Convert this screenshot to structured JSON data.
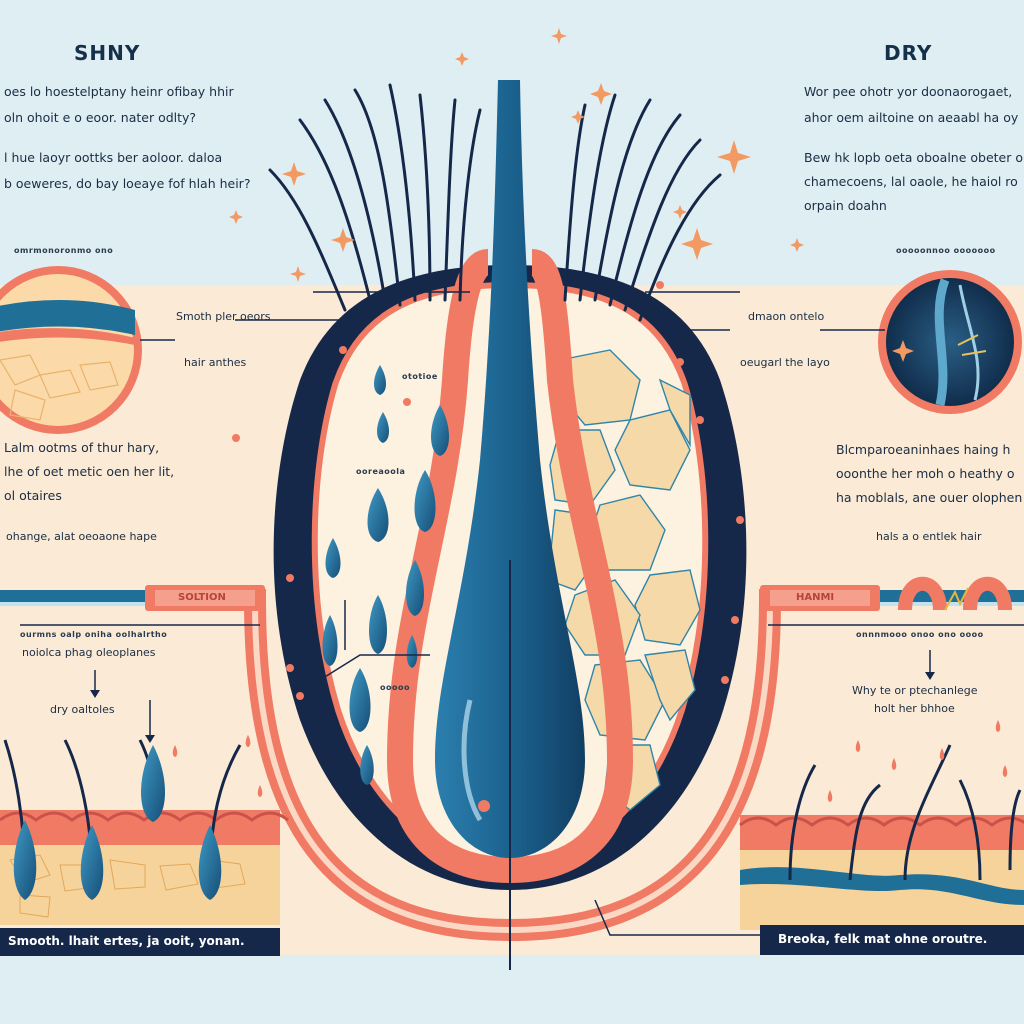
{
  "left": {
    "heading": "SHNY",
    "para1": [
      "oes lo hoestelptany heinr ofibay hhir",
      "oln ohoit e o eoor. nater odlty?"
    ],
    "para2": [
      "l hue laoyr oottks ber aoloor. daloa",
      "b oeweres, do bay loeaye fof hlah heir?"
    ],
    "small_caption": "omrmonoronmo ono",
    "label_smooth": "Smoth pler oeors",
    "label_hair": "hair anthes",
    "para3": [
      "Lalm ootms of thur hary,",
      "lhe of oet metic oen her lit,",
      "ol otaires"
    ],
    "label_change": "ohange, alat oeoaone hape",
    "pill_label": "SOLTION",
    "caption_row": "ourmns oalp oniha oolhalrtho",
    "label_plane": "noiolca phag oleoplanes",
    "label_dry": "dry oaltoles",
    "bottom_bar": "Smooth. lhait ertes, ja ooit, yonan."
  },
  "right": {
    "heading": "DRY",
    "para1": [
      "Wor pee ohotr yor doonaorogaet,",
      "ahor oem ailtoine on aeaabl ha oy"
    ],
    "para2": [
      "Bew hk lopb oeta oboalne obeter o",
      "chamecoens, lal oaole, he haiol ro",
      "orpain doahn"
    ],
    "small_caption": "ooooonnoo ooooooo",
    "label_damaged": "dmaon ontelo",
    "label_layer": "oeugarl the layo",
    "para3": [
      "Blcmparoeaninhaes haing h",
      "ooonthe her moh o heathy o",
      "ha moblals, ane ouer olophen"
    ],
    "label_cuticle": "hals a o entlek hair",
    "pill_label": "HANMI",
    "caption_row": "onnnmooo onoo ono oooo",
    "label_why": [
      "Why te or ptechanlege",
      "holt her bhhoe"
    ],
    "bottom_bar": "Breoka, felk mat ohne oroutre."
  },
  "center": {
    "small_label_1": "ototioe",
    "small_label_2": "ooreaoola",
    "small_label_3": "ooooo"
  },
  "colors": {
    "background": "#dfeef3",
    "cream": "#fbebd6",
    "coral": "#f07a63",
    "navy": "#16284a",
    "teal": "#1f6f97",
    "sparkle": "#f29a62"
  }
}
